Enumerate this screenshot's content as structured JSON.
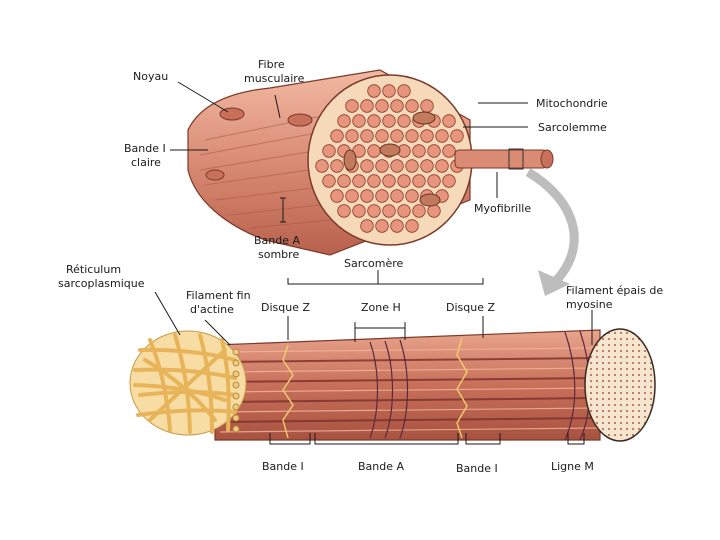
{
  "labels": {
    "noyau": "Noyau",
    "fibre_1": "Fibre",
    "fibre_2": "musculaire",
    "bande_i_claire_1": "Bande I",
    "bande_i_claire_2": "claire",
    "mitochondrie": "Mitochondrie",
    "sarcolemme": "Sarcolemme",
    "myofibrille": "Myofibrille",
    "bande_a_sombre_1": "Bande A",
    "bande_a_sombre_2": "sombre",
    "reticulum_1": "Réticulum",
    "reticulum_2": "sarcoplasmique",
    "filament_fin_1": "Filament fin",
    "filament_fin_2": "d'actine",
    "sarcomere": "Sarcomère",
    "disque_z_left": "Disque Z",
    "zone_h": "Zone H",
    "disque_z_right": "Disque Z",
    "filament_epais_1": "Filament épais de",
    "filament_epais_2": "myosine",
    "bande_i_left": "Bande I",
    "bande_a": "Bande A",
    "bande_i_right": "Bande I",
    "ligne_m": "Ligne M"
  },
  "colors": {
    "muscle": "#d98b74",
    "muscle_dark": "#b8614d",
    "muscle_light": "#f0b8a0",
    "fibril_fill": "#e8957e",
    "cross_section": "#f6d9b8",
    "reticulum": "#f3c77b",
    "outline": "#3a2a22"
  }
}
